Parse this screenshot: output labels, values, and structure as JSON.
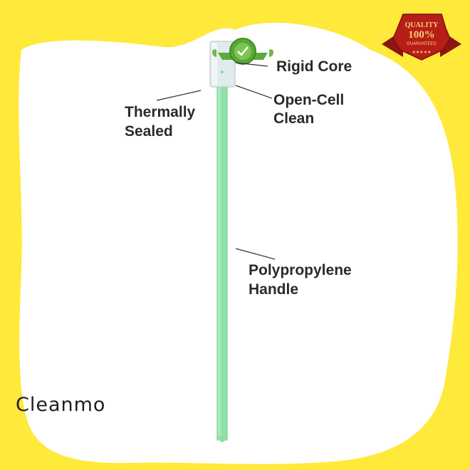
{
  "labels": {
    "rigid_core": "Rigid Core",
    "open_cell_1": "Open-Cell",
    "open_cell_2": "Clean",
    "thermally_1": "Thermally",
    "thermally_2": "Sealed",
    "polypropylene_1": "Polypropylene",
    "polypropylene_2": "Handle"
  },
  "brand": "Cleanmo",
  "quality_badge": {
    "line1": "QUALITY",
    "line2": "100%",
    "line3": "GUARANTEED",
    "stars": "★★★★★"
  },
  "colors": {
    "background": "#ffe93a",
    "panel": "#ffffff",
    "swab_head": "#dfeaea",
    "swab_handle": "#8fe0a8",
    "badge_red": "#b81e18",
    "seal_green": "#4f9e34"
  }
}
